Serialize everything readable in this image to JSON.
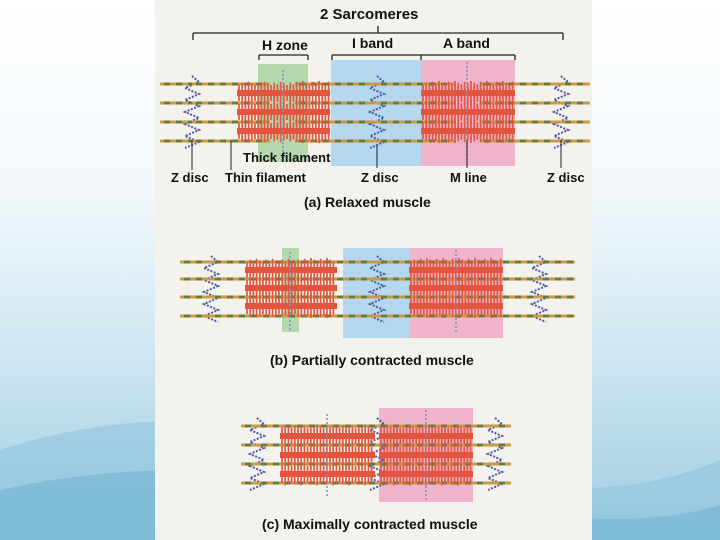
{
  "header": {
    "sarcomeres_label": "2 Sarcomeres"
  },
  "bands": {
    "h_zone": "H zone",
    "i_band": "I band",
    "a_band": "A band"
  },
  "labels": {
    "thick_filament": "Thick filament",
    "thin_filament": "Thin filament",
    "z_disc": "Z disc",
    "m_line": "M line"
  },
  "captions": {
    "relaxed": "(a) Relaxed muscle",
    "partial": "(b) Partially contracted muscle",
    "maximal": "(c) Maximally contracted muscle"
  },
  "colors": {
    "h_zone": "#a9d3a4",
    "i_band": "#a9d3ef",
    "a_band": "#efa9c8",
    "thick_filament": "#e2553f",
    "thin_filament": "#c99b45",
    "z_disc": "#4b59a8"
  }
}
